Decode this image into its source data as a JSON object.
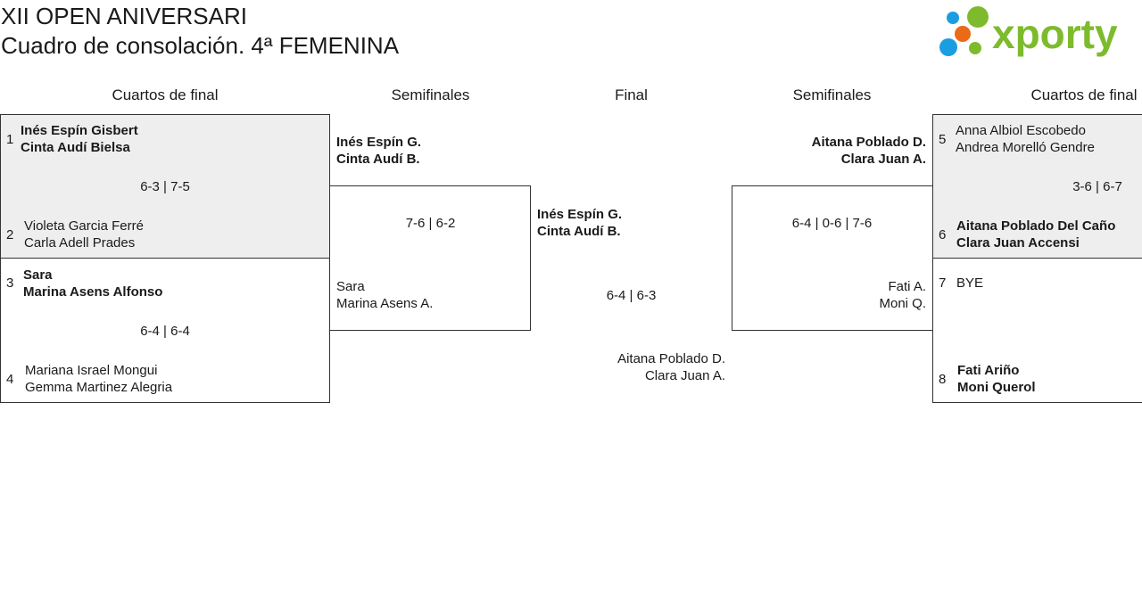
{
  "header": {
    "tournament": "XII OPEN ANIVERSARI",
    "draw_title": "Cuadro de consolación. 4ª FEMENINA",
    "logo_text": "xporty"
  },
  "colors": {
    "logo_green": "#7dbb2d",
    "logo_blue": "#1a9ee2",
    "logo_orange": "#ea6a17",
    "shade": "#eeeeee"
  },
  "rounds": {
    "left_qf": "Cuartos de final",
    "left_sf": "Semifinales",
    "final": "Final",
    "right_sf": "Semifinales",
    "right_qf": "Cuartos de final"
  },
  "quarterfinals": {
    "m1": {
      "top": {
        "seed": "1",
        "p1": "Inés Espín Gisbert",
        "p2": "Cinta Audí Bielsa"
      },
      "score": "6-3 | 7-5",
      "bottom": {
        "seed": "2",
        "p1": "Violeta Garcia Ferré",
        "p2": "Carla Adell Prades"
      }
    },
    "m2": {
      "top": {
        "seed": "3",
        "p1": "Sara",
        "p2": "Marina Asens Alfonso"
      },
      "score": "6-4 | 6-4",
      "bottom": {
        "seed": "4",
        "p1": "Mariana Israel Mongui",
        "p2": "Gemma Martinez Alegria"
      }
    },
    "m3": {
      "top": {
        "seed": "5",
        "p1": "Anna Albiol Escobedo",
        "p2": "Andrea Morelló Gendre"
      },
      "score": "3-6 | 6-7",
      "bottom": {
        "seed": "6",
        "p1": "Aitana Poblado Del Caño",
        "p2": "Clara Juan Accensi"
      }
    },
    "m4": {
      "top": {
        "seed": "7",
        "p1": "BYE",
        "p2": ""
      },
      "score": "",
      "bottom": {
        "seed": "8",
        "p1": "Fati Ariño",
        "p2": "Moni Querol"
      }
    }
  },
  "semifinals": {
    "left": {
      "top": {
        "p1": "Inés Espín G.",
        "p2": "Cinta Audí B."
      },
      "score": "7-6 | 6-2",
      "bottom": {
        "p1": "Sara",
        "p2": "Marina Asens A."
      }
    },
    "right": {
      "top": {
        "p1": "Aitana Poblado D.",
        "p2": "Clara Juan A."
      },
      "score": "6-4 | 0-6 | 7-6",
      "bottom": {
        "p1": "Fati A.",
        "p2": "Moni Q."
      }
    }
  },
  "final": {
    "top": {
      "p1": "Inés Espín G.",
      "p2": "Cinta Audí B."
    },
    "score": "6-4 | 6-3",
    "bottom": {
      "p1": "Aitana Poblado D.",
      "p2": "Clara Juan A."
    }
  }
}
